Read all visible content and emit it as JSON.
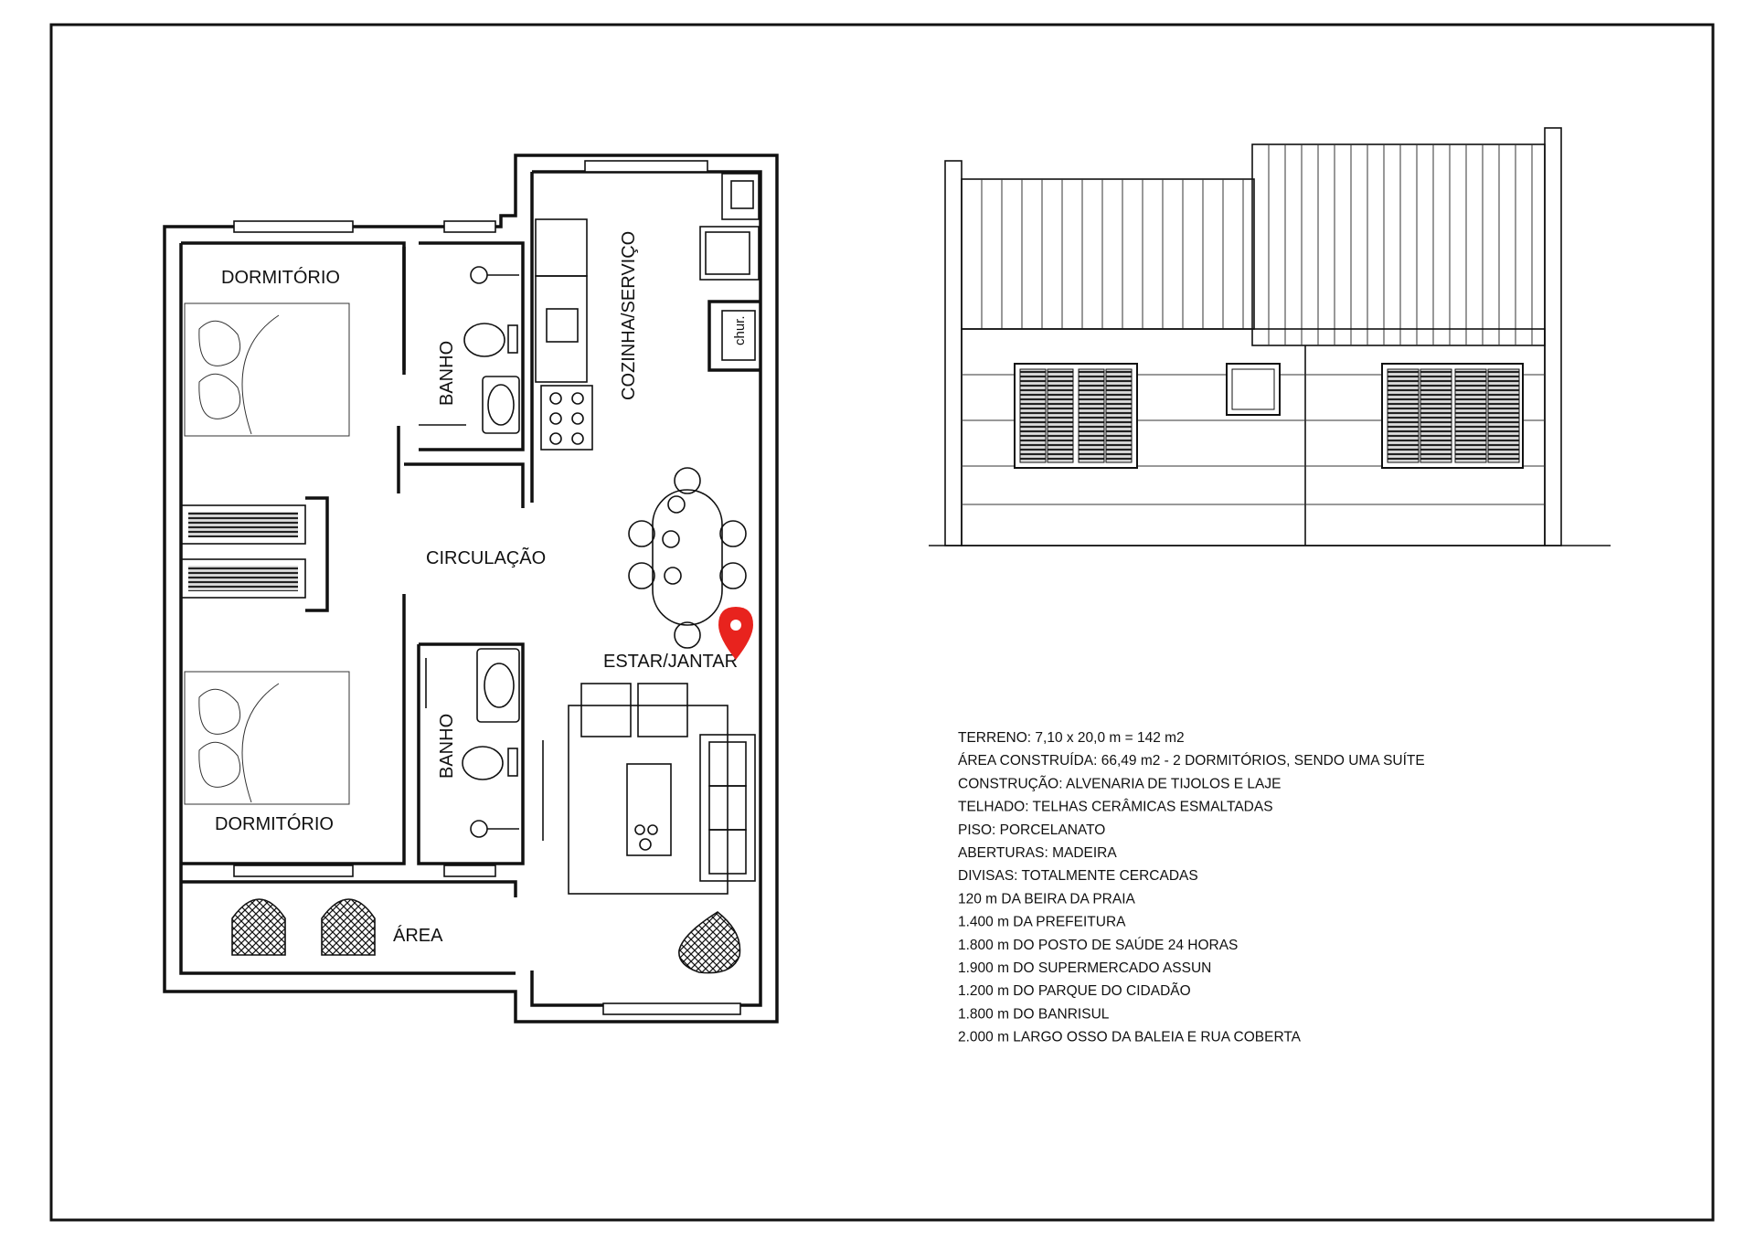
{
  "colors": {
    "line": "#111111",
    "marker": "#e8231e",
    "paper": "#ffffff"
  },
  "plan": {
    "rooms": {
      "dorm_top": "DORMITÓRIO",
      "dorm_bottom": "DORMITÓRIO",
      "bath_top": "BANHO",
      "bath_bottom": "BANHO",
      "kitchen": "COZINHA/SERVIÇO",
      "circulation": "CIRCULAÇÃO",
      "living": "ESTAR/JANTAR",
      "area": "ÁREA",
      "grill": "chur."
    }
  },
  "marker_icon": "map-pin-icon",
  "specs": [
    "TERRENO: 7,10 x 20,0 m = 142 m2",
    "ÁREA CONSTRUÍDA: 66,49 m2 - 2 DORMITÓRIOS, SENDO UMA SUÍTE",
    "CONSTRUÇÃO: ALVENARIA DE TIJOLOS E LAJE",
    "TELHADO: TELHAS CERÂMICAS ESMALTADAS",
    "PISO: PORCELANATO",
    "ABERTURAS: MADEIRA",
    "DIVISAS: TOTALMENTE CERCADAS",
    "120 m DA BEIRA DA PRAIA",
    "1.400 m DA PREFEITURA",
    "1.800 m DO POSTO DE SAÚDE 24 HORAS",
    "1.900 m DO SUPERMERCADO ASSUN",
    "1.200 m DO PARQUE DO CIDADÃO",
    "1.800 m DO BANRISUL",
    "2.000 m LARGO OSSO DA BALEIA E RUA COBERTA"
  ]
}
